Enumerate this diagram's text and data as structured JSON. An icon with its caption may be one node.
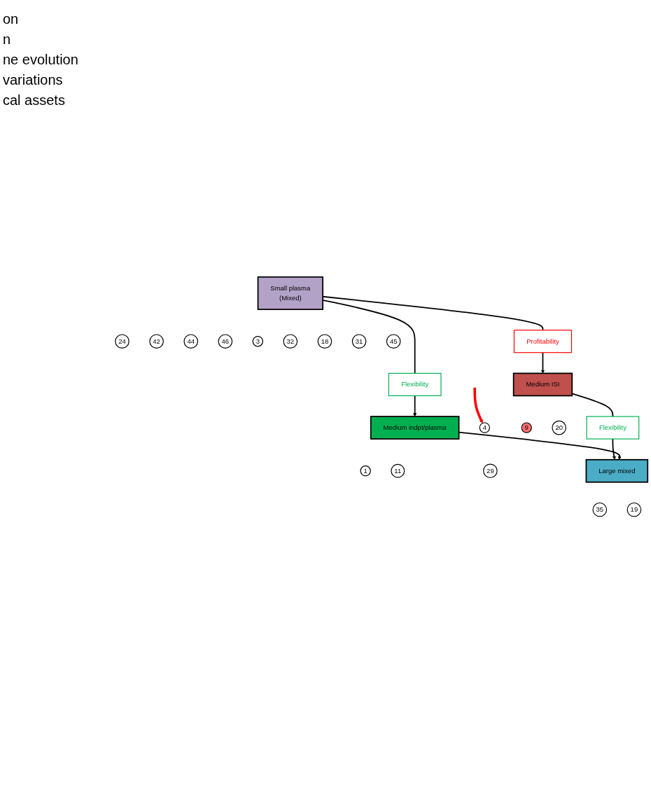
{
  "diagram": {
    "nodes": [
      {
        "text": [
          "Small plasma",
          "(Mixed)"
        ]
      },
      {
        "text": [
          "24"
        ]
      },
      {
        "text": [
          "42"
        ]
      },
      {
        "text": [
          "44"
        ]
      },
      {
        "text": [
          "46"
        ]
      },
      {
        "text": [
          "3"
        ]
      },
      {
        "text": [
          "32"
        ]
      },
      {
        "text": [
          "18"
        ]
      },
      {
        "text": [
          "31"
        ]
      },
      {
        "text": [
          "45"
        ]
      },
      {
        "text": [
          "Profitability"
        ]
      },
      {
        "text": [
          "Flexibility"
        ]
      },
      {
        "text": [
          "Medium ISI"
        ]
      },
      {
        "text": [
          "Medium indpt/plasma"
        ]
      },
      {
        "text": [
          "1"
        ]
      },
      {
        "text": [
          "11"
        ]
      },
      {
        "text": [
          "29"
        ]
      },
      {
        "text": [
          "4"
        ]
      },
      {
        "text": [
          "9"
        ]
      },
      {
        "text": [
          "20"
        ]
      },
      {
        "text": [
          "Flexibility"
        ]
      },
      {
        "text": [
          "Large mixed"
        ]
      },
      {
        "text": [
          "35"
        ]
      },
      {
        "text": [
          "19"
        ]
      }
    ],
    "edges": [
      {
        "from": 0,
        "to": 10,
        "arrow": "none"
      },
      {
        "from": 10,
        "to": 12,
        "arrow": "to"
      },
      {
        "from": 0,
        "to": 11,
        "arrow": "none"
      },
      {
        "from": 11,
        "to": 13,
        "arrow": "to"
      },
      {
        "from": 12,
        "to": 20,
        "arrow": "none"
      },
      {
        "from": 20,
        "to": 21,
        "arrow": "to"
      },
      {
        "from": 13,
        "to": 21,
        "arrow": "to"
      },
      {
        "from": null,
        "to": 17,
        "arrow": "to",
        "style": "thick",
        "color": "#ff0000"
      }
    ],
    "labels": [
      "on",
      "n",
      "ne evolution",
      "variations",
      "cal assets"
    ]
  }
}
